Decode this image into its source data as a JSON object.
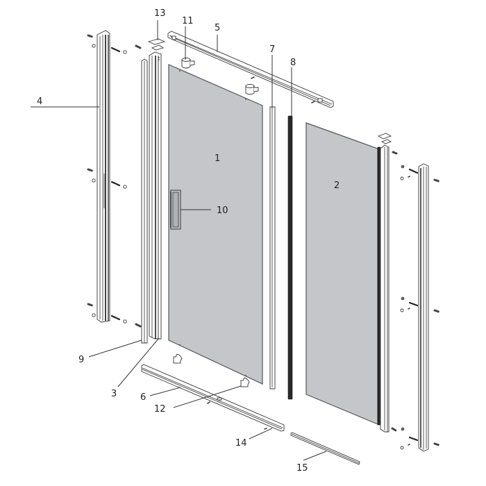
{
  "diagram": {
    "type": "exploded-parts-diagram",
    "subject": "Shower door enclosure assembly",
    "colors": {
      "background": "#ffffff",
      "glass": "#c4c6ca",
      "outline": "#333333",
      "seal": "#2a2a2a"
    },
    "parts": [
      {
        "id": "1",
        "label": "1",
        "description": "Door glass panel (hinged)"
      },
      {
        "id": "2",
        "label": "2",
        "description": "Fixed glass panel"
      },
      {
        "id": "3",
        "label": "3",
        "description": "Wall adjustment profile (left)"
      },
      {
        "id": "4",
        "label": "4",
        "description": "Wall profile (left)"
      },
      {
        "id": "5",
        "label": "5",
        "description": "Top rail"
      },
      {
        "id": "6",
        "label": "6",
        "description": "Bottom rail"
      },
      {
        "id": "7",
        "label": "7",
        "description": "Door closing profile"
      },
      {
        "id": "8",
        "label": "8",
        "description": "Magnetic seal strip"
      },
      {
        "id": "9",
        "label": "9",
        "description": "Vertical seal profile"
      },
      {
        "id": "10",
        "label": "10",
        "description": "Door handle"
      },
      {
        "id": "11",
        "label": "11",
        "description": "Top pivot hinge"
      },
      {
        "id": "12",
        "label": "12",
        "description": "Bottom pivot hinge"
      },
      {
        "id": "13",
        "label": "13",
        "description": "End cap"
      },
      {
        "id": "14",
        "label": "14",
        "description": "Rail end fixing"
      },
      {
        "id": "15",
        "label": "15",
        "description": "Threshold seal"
      }
    ]
  }
}
